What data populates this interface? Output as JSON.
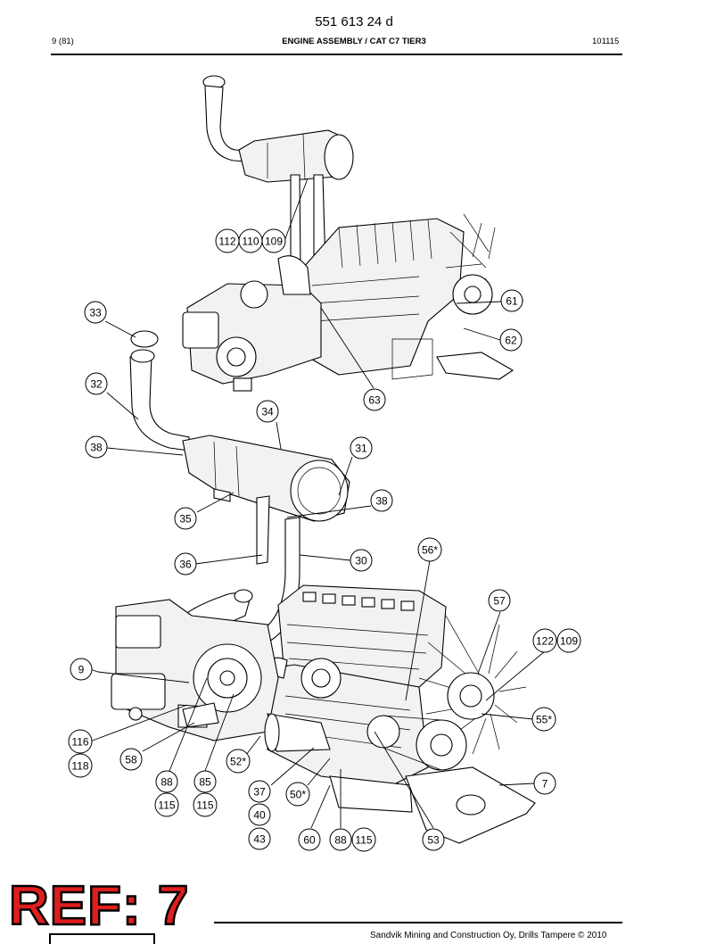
{
  "header": {
    "doc_number": "551 613 24 d",
    "page": "9 (81)",
    "title": "ENGINE ASSEMBLY / CAT C7 TIER3",
    "date": "101115"
  },
  "footer": {
    "ref_stamp": "REF: 7",
    "copyright": "Sandvik Mining and Construction Oy, Drills Tampere © 2010"
  },
  "callouts": [
    {
      "id": "c-112",
      "label": "112"
    },
    {
      "id": "c-110",
      "label": "110"
    },
    {
      "id": "c-109a",
      "label": "109"
    },
    {
      "id": "c-61",
      "label": "61"
    },
    {
      "id": "c-62",
      "label": "62"
    },
    {
      "id": "c-63",
      "label": "63"
    },
    {
      "id": "c-33",
      "label": "33"
    },
    {
      "id": "c-32",
      "label": "32"
    },
    {
      "id": "c-34",
      "label": "34"
    },
    {
      "id": "c-38a",
      "label": "38"
    },
    {
      "id": "c-31",
      "label": "31"
    },
    {
      "id": "c-38b",
      "label": "38"
    },
    {
      "id": "c-35",
      "label": "35"
    },
    {
      "id": "c-56",
      "label": "56*"
    },
    {
      "id": "c-36",
      "label": "36"
    },
    {
      "id": "c-30",
      "label": "30"
    },
    {
      "id": "c-57",
      "label": "57"
    },
    {
      "id": "c-122",
      "label": "122"
    },
    {
      "id": "c-109b",
      "label": "109"
    },
    {
      "id": "c-9",
      "label": "9"
    },
    {
      "id": "c-55",
      "label": "55*"
    },
    {
      "id": "c-116",
      "label": "116"
    },
    {
      "id": "c-118",
      "label": "118"
    },
    {
      "id": "c-58",
      "label": "58"
    },
    {
      "id": "c-52",
      "label": "52*"
    },
    {
      "id": "c-88a",
      "label": "88"
    },
    {
      "id": "c-85",
      "label": "85"
    },
    {
      "id": "c-7",
      "label": "7"
    },
    {
      "id": "c-115a",
      "label": "115"
    },
    {
      "id": "c-115b",
      "label": "115"
    },
    {
      "id": "c-37",
      "label": "37"
    },
    {
      "id": "c-50",
      "label": "50*"
    },
    {
      "id": "c-40",
      "label": "40"
    },
    {
      "id": "c-43",
      "label": "43"
    },
    {
      "id": "c-60",
      "label": "60"
    },
    {
      "id": "c-88b",
      "label": "88"
    },
    {
      "id": "c-115c",
      "label": "115"
    },
    {
      "id": "c-53",
      "label": "53"
    }
  ]
}
